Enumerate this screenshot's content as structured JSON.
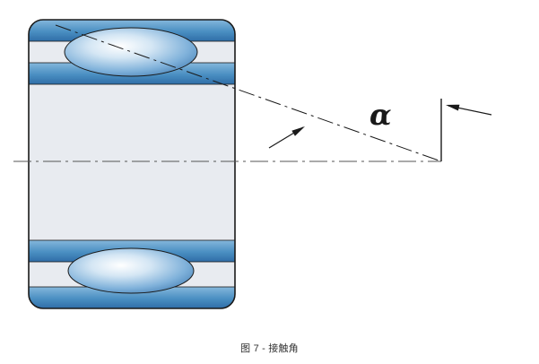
{
  "figure": {
    "caption": "图 7 - 接触角",
    "alpha_label": "α"
  },
  "diagram": {
    "type": "bearing-contact-angle",
    "elements": [
      "deep-groove-ball-bearing-cross-section",
      "horizontal-center-line",
      "contact-angle-line",
      "angle-reference-vertical-line",
      "angle-arrows",
      "alpha-angle-label"
    ]
  },
  "colors": {
    "bearing_blue": "#4a8fc2",
    "bearing_blue_light": "#85b7dc",
    "bearing_blue_dark": "#2f6da7",
    "ring_gray": "#e8ebf0",
    "line_black": "#1a1a1a",
    "centerline_gray": "#555555",
    "caption_color": "#333333",
    "background": "#ffffff"
  }
}
